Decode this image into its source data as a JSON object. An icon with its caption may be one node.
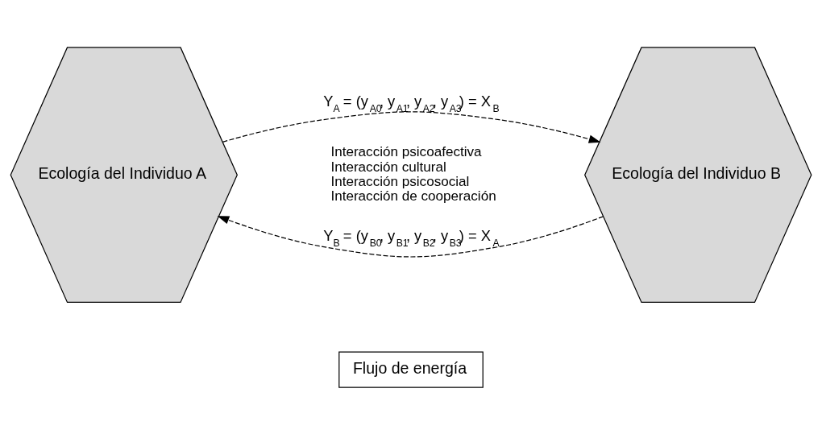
{
  "diagram": {
    "nodes": [
      {
        "text": [
          "Ecología del Individuo A"
        ]
      },
      {
        "text": [
          "Ecología del Individuo B"
        ]
      },
      {
        "text": [
          "Flujo de energía"
        ]
      }
    ],
    "edges": [
      {
        "from": 0,
        "to": 1,
        "arrow": "to",
        "style": "dashed",
        "label": "Y$_{A}$ = (y$_{A0}$, y$_{A1}$, y$_{A2}$, y$_{A3}$) = X$_{B}$"
      },
      {
        "from": 1,
        "to": 0,
        "arrow": "to",
        "style": "dashed",
        "label": "Y$_{B}$ = (y$_{B0}$, y$_{B1}$, y$_{B2}$, y$_{B3}$) = X$_{A}$"
      }
    ],
    "labels": [
      "Interacción psicoafectiva",
      "Interacción cultural",
      "Interacción psicosocial",
      "Interacción de cooperación"
    ]
  }
}
